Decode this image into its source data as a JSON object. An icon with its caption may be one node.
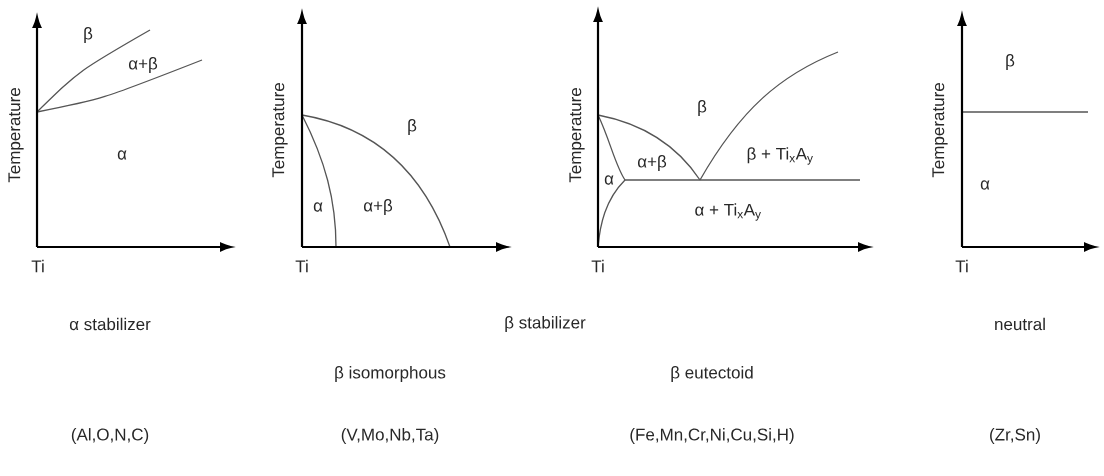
{
  "diagram": {
    "labels": [
      "β",
      "α+β",
      "α",
      "Temperature",
      "Ti",
      "Temperature",
      "β",
      "α",
      "α+β",
      "Ti",
      "β",
      "α+β",
      "β + Ti$_{x}$A$_{y}$",
      "α",
      "Temperature",
      "α + Ti$_{x}$A$_{y}$",
      "Ti",
      "β",
      "Temperature",
      "α",
      "Ti",
      "α stabilizer",
      "β stabilizer",
      "neutral",
      "β isomorphous",
      "β eutectoid",
      "(Al,O,N,C)",
      "(V,Mo,Nb,Ta)",
      "(Fe,Mn,Cr,Ni,Cu,Si,H)",
      "(Zr,Sn)"
    ]
  }
}
